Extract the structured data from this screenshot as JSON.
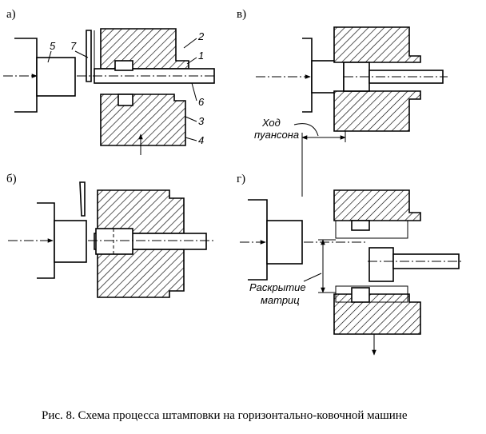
{
  "panels": {
    "a": {
      "label": "а)",
      "callouts": [
        "5",
        "7",
        "2",
        "1",
        "6",
        "3",
        "4"
      ]
    },
    "b": {
      "label": "б)"
    },
    "v": {
      "label": "в)"
    },
    "g": {
      "label": "г)"
    }
  },
  "annotations": {
    "stroke_line1": "Ход",
    "stroke_line2": "пуансона",
    "opening_line1": "Раскрытие",
    "opening_line2": "матриц"
  },
  "caption": "Рис. 8. Схема процесса штамповки на горизонтально-ковочной машине"
}
